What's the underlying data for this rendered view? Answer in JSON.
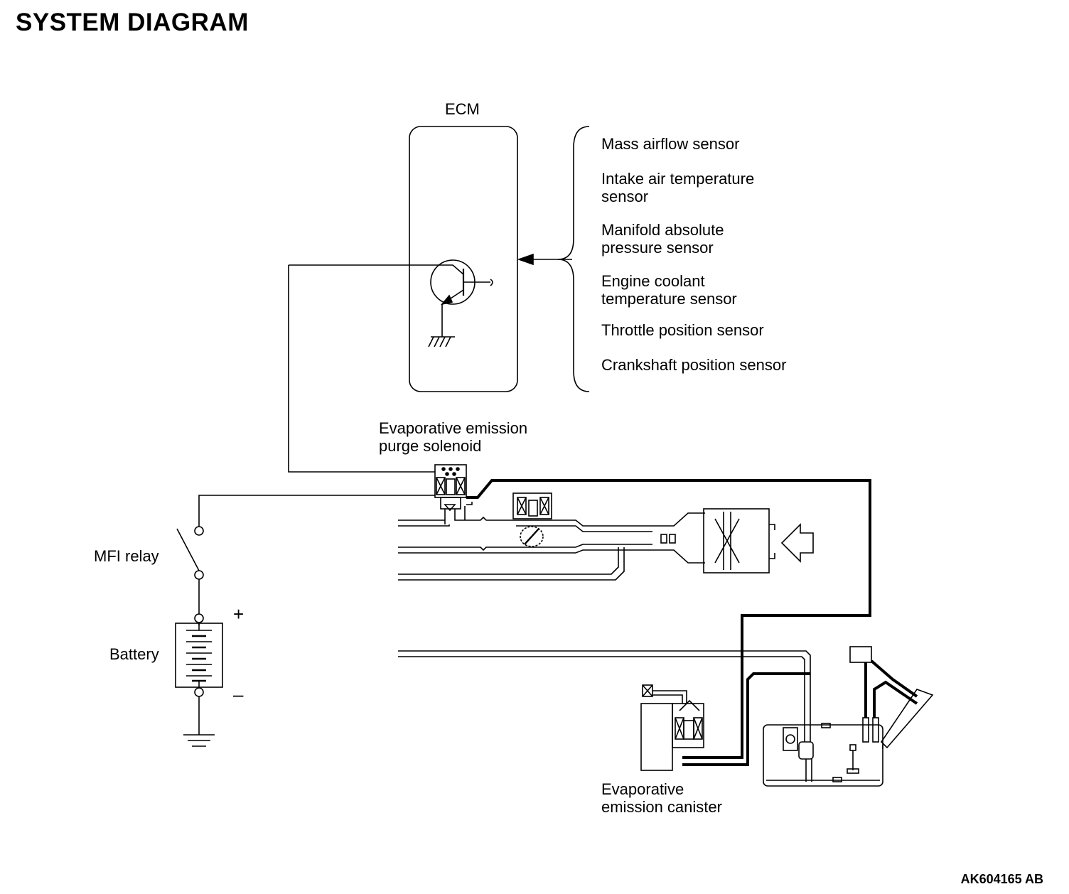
{
  "title": "SYSTEM DIAGRAM",
  "ecm_label": "ECM",
  "sensors": [
    "Mass airflow sensor",
    "Intake air temperature\nsensor",
    "Manifold absolute\npressure sensor",
    "Engine coolant\ntemperature sensor",
    "Throttle position sensor",
    "Crankshaft position sensor"
  ],
  "purge_solenoid_label": "Evaporative emission\npurge solenoid",
  "mfi_relay_label": "MFI relay",
  "battery_label": "Battery",
  "battery_plus": "+",
  "battery_minus": "–",
  "canister_label": "Evaporative\nemission canister",
  "figure_code": "AK604165 AB"
}
